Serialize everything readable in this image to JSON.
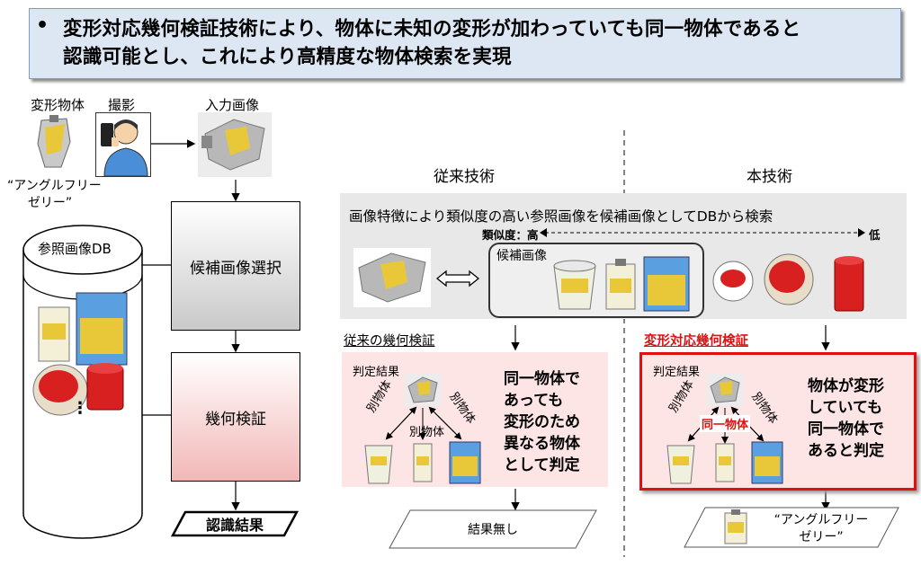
{
  "header": {
    "bullet": "•",
    "line1": "変形対応幾何検証技術により、物体に未知の変形が加わっていても同一物体であると",
    "line2": "認識可能とし、これにより高精度な物体検索を実現"
  },
  "left": {
    "deformed_object_label": "変形物体",
    "capture_label": "撮影",
    "input_image_label": "入力画像",
    "object_name_line1": "“アングルフリー",
    "object_name_line2": "ゼリー”",
    "db_label": "参照画像DB",
    "ellipsis": "⋮",
    "candidate_select": "候補画像選択",
    "geometric_verification": "幾何検証",
    "recognition_result": "認識結果"
  },
  "columns": {
    "conventional": "従来技術",
    "proposed": "本技術"
  },
  "search": {
    "description": "画像特徴により類似度の高い参照画像を候補画像としてDBから検索",
    "similarity_label": "類似度：高",
    "low_label": "低",
    "candidate_label": "候補画像"
  },
  "conventional": {
    "title": "従来の幾何検証",
    "judge_label": "判定結果",
    "different_left": "別物体",
    "different_mid": "別物体",
    "different_right": "別物体",
    "message": [
      "同一物体で",
      "あっても",
      "変形のため",
      "異なる物体",
      "として判定"
    ],
    "result": "結果無し"
  },
  "proposed": {
    "title": "変形対応幾何検証",
    "judge_label": "判定結果",
    "different_left": "別物体",
    "same_mid": "同一物体",
    "different_right": "別物体",
    "message": [
      "物体が変形",
      "していても",
      "同一物体で",
      "あると判定"
    ],
    "result_line1": "“アングルフリー",
    "result_line2": "ゼリー”"
  },
  "colors": {
    "header_bg": "#dde7f4",
    "accent_red": "#e01010",
    "panel_pink": "#fde5e5"
  }
}
